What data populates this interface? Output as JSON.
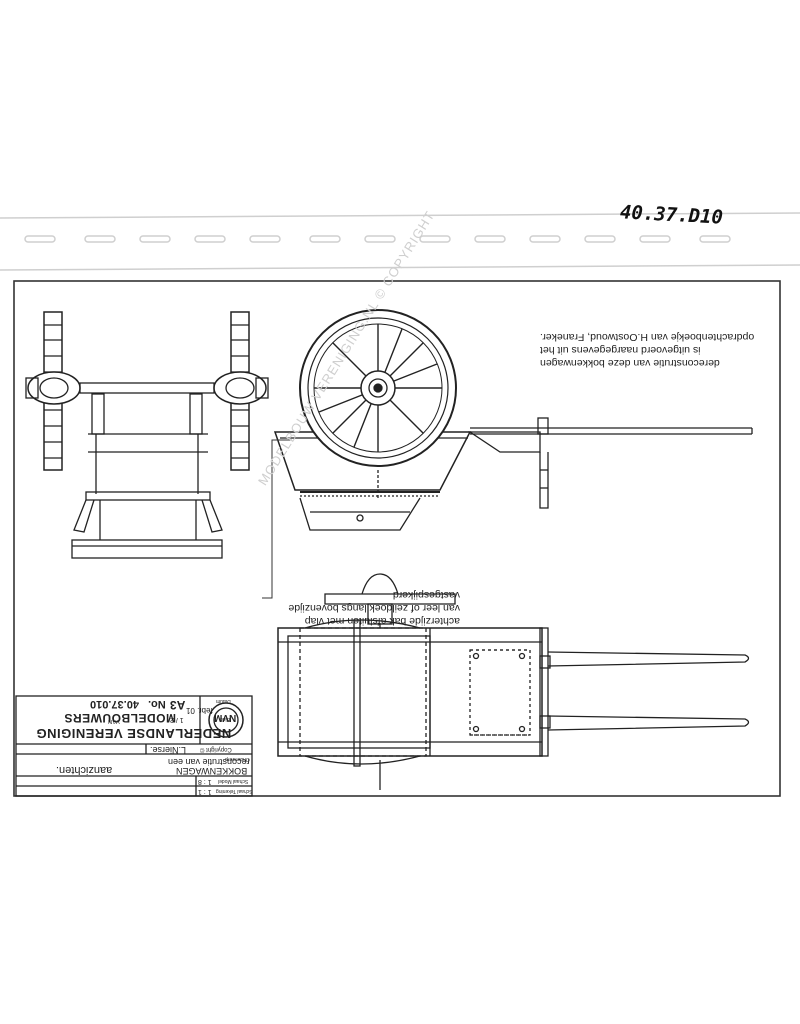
{
  "handwritten_ref": "40.37.D10",
  "notes": {
    "reconstruction_line1": "dereconstrutie van deze bokkenwagen",
    "reconstruction_line2": "is uitgevoerd naargegevens uit het",
    "reconstruction_line3": "opdrachtenboekje van H.Oostwoud, Franeker.",
    "rear_line1": "achterzijde bak afsluiten met vlap",
    "rear_line2": "van leer of zeildoek langs bovenzijde",
    "rear_line3": "vastgespijkerd"
  },
  "watermark": "MODELBOUW VERENIGING.NL © COPYRIGHT",
  "title_block": {
    "org_line1": "NEDERLANDSE VERENIGING",
    "org_van": "VAN",
    "org_line2": "MODELBOUWERS",
    "logo_text": "NVM",
    "drawing_no_label": "No.",
    "drawing_no": "40.37.010",
    "sheet_size": "A3",
    "copyright_label": "Copyright ©",
    "author": "L.Nierse.",
    "date_label": "Datum",
    "date_value": "febr. 01",
    "sheet_label": "Blad",
    "sheet_value": "1 / 2",
    "subject_label": "Onderwerp",
    "subject_value": "reconstrutie van een",
    "title_value": "BOKKENWAGEN",
    "scale_label": "Schaal Model",
    "scale_value": "1 : 8",
    "scale_draw_label": "Schaal Tekening",
    "scale_draw_value": "1 : 1",
    "views": "aanzichten."
  }
}
